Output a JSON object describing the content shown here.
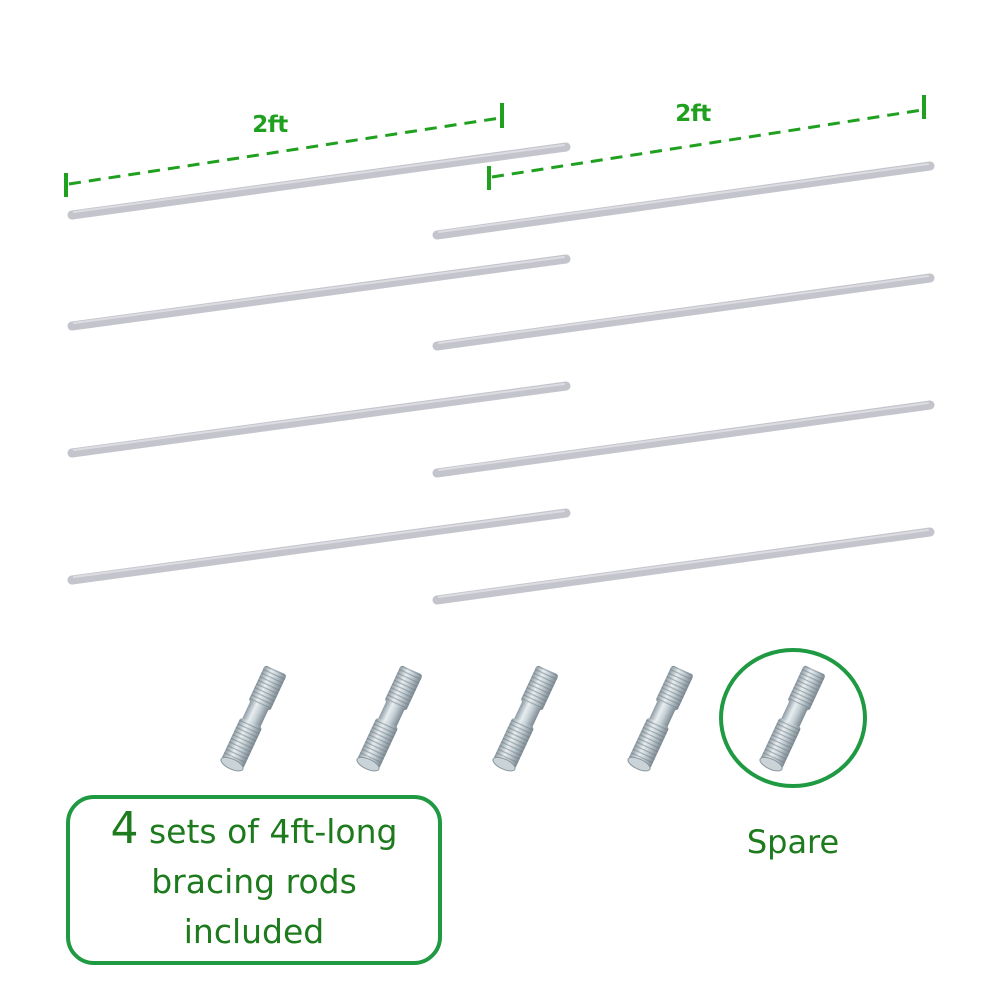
{
  "dimensions": {
    "left_label": "2ft",
    "right_label": "2ft",
    "color": "#1fa01f"
  },
  "rods": {
    "color": "#c4c4cc",
    "left_column_count": 4,
    "right_column_count": 4
  },
  "studs": {
    "count": 5,
    "spare_index": 4
  },
  "info_box": {
    "count": "4",
    "line1_rest": " sets of 4ft-long",
    "line2": "bracing rods",
    "line3": "included",
    "border_color": "#1f9a43",
    "text_color": "#1d7a1d"
  },
  "spare": {
    "label": "Spare",
    "circle_color": "#1f9a43"
  }
}
